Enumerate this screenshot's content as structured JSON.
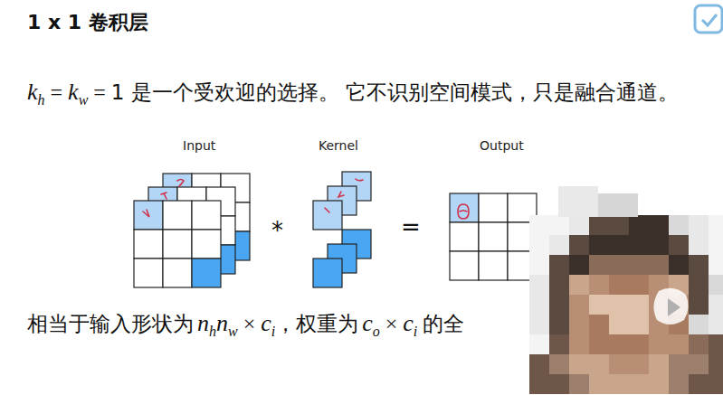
{
  "diagram": {
    "title": "1 x 1 卷积层",
    "labels": [
      "k",
      "h",
      "=",
      "k",
      "w",
      "=",
      "1 是一个受欢迎的选择。 它不识别空间模式，只是融合通道。",
      "Input",
      "Kernel",
      "Output",
      "*",
      "=",
      "相当于输入形状为",
      "n",
      "h",
      "n",
      "w",
      "×",
      "c",
      "i",
      "，权重为",
      "c",
      "o",
      "×",
      "c",
      "i",
      "的全"
    ]
  }
}
